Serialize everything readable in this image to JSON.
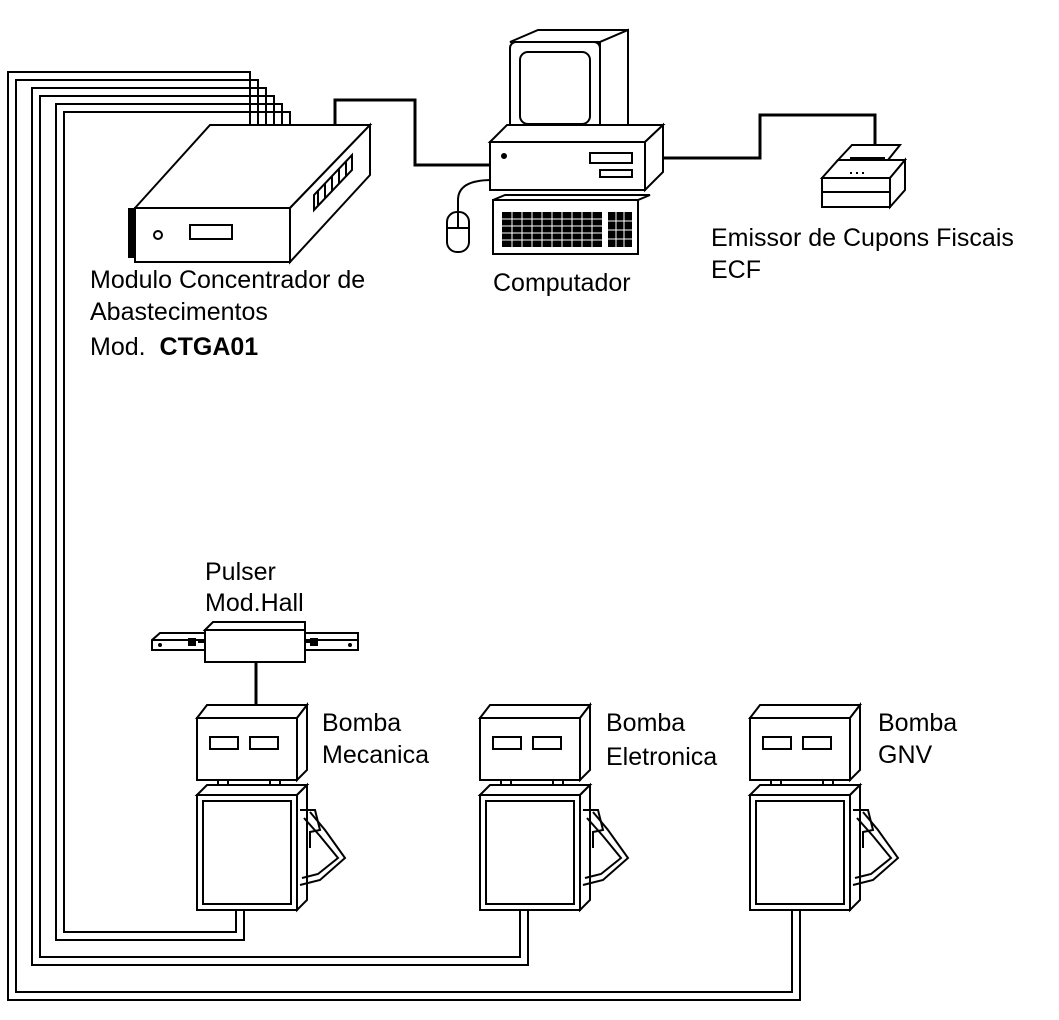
{
  "labels": {
    "concentrator": {
      "line1": "Modulo Concentrador de",
      "line2": "Abastecimentos",
      "line3_prefix": "Mod.",
      "line3_model": "CTGA01"
    },
    "computer": "Computador",
    "printer": {
      "line1": "Emissor de Cupons Fiscais",
      "line2": "ECF"
    },
    "pulser": {
      "line1": "Pulser",
      "line2": "Mod.Hall"
    },
    "pumps": [
      {
        "line1": "Bomba",
        "line2": "Mecanica"
      },
      {
        "line1": "Bomba",
        "line2": "Eletronica"
      },
      {
        "line1": "Bomba",
        "line2": "GNV"
      }
    ]
  }
}
